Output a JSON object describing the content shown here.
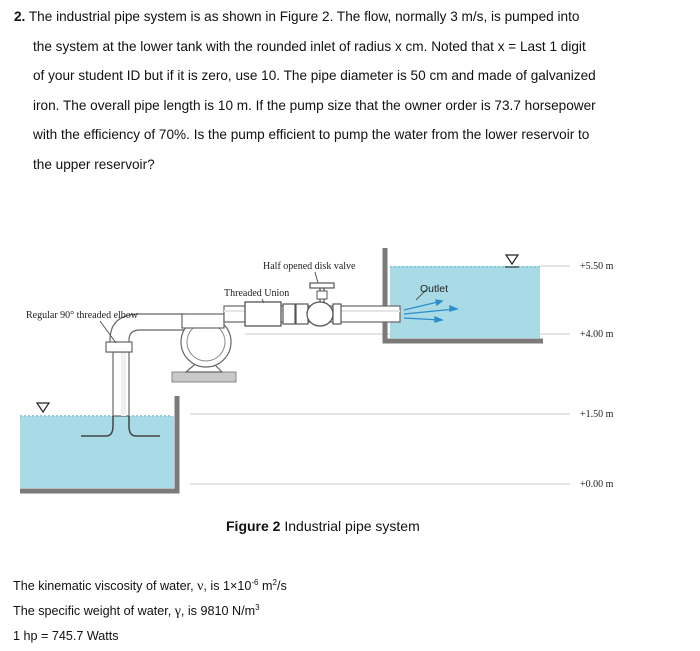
{
  "question": {
    "number": "2.",
    "lines": [
      "The industrial pipe system is as shown in Figure 2. The flow, normally 3 m/s, is pumped into",
      "the system at the lower tank with the rounded inlet of radius x cm. Noted that x = Last 1 digit",
      "of your student ID but if it is zero, use 10. The pipe diameter is 50 cm and made of galvanized",
      "iron. The overall pipe length is 10 m. If the pump size that the owner order is 73.7 horsepower",
      "with the efficiency of 70%. Is the pump efficient to pump the water from the lower reservoir to",
      "the upper reservoir?"
    ]
  },
  "figure": {
    "labels": {
      "valve": "Half opened disk valve",
      "union": "Threaded Union",
      "elbow": "Regular 90° threaded elbow",
      "outlet": "Outlet"
    },
    "elevations": [
      "+5.50 m",
      "+4.00 m",
      "+1.50 m",
      "+0.00 m"
    ],
    "colors": {
      "water": "#a8dbe6",
      "wall": "#7a7a7a",
      "pipe": "#666666"
    },
    "caption_bold": "Figure 2",
    "caption_rest": " Industrial pipe system"
  },
  "notes": {
    "kinematic_prefix": "The kinematic viscosity of water, ",
    "kinematic_symbol": "ν",
    "kinematic_mid": ", is 1×10",
    "kinematic_exp": "-6",
    "kinematic_unit": " m",
    "kinematic_unit_exp": "2",
    "kinematic_unit_tail": "/s",
    "weight_prefix": "The specific weight of water, ",
    "weight_symbol": "γ",
    "weight_mid": ", is 9810 N/m",
    "weight_exp": "3",
    "hp": "1 hp = 745.7 Watts"
  }
}
